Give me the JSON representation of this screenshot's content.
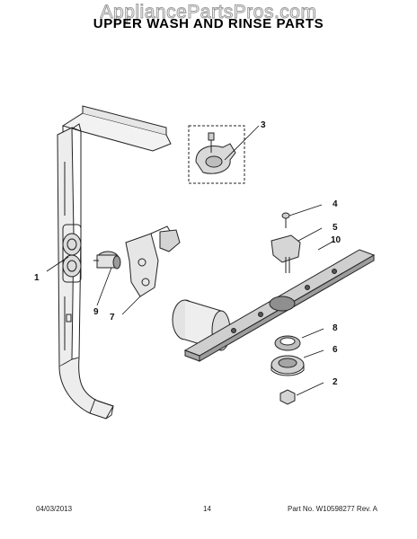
{
  "watermark": "AppliancePartsPros.com",
  "title": "UPPER WASH AND RINSE PARTS",
  "callouts": [
    "1",
    "2",
    "3",
    "4",
    "5",
    "6",
    "7",
    "8",
    "9",
    "10"
  ],
  "footer": {
    "date": "04/03/2013",
    "page": "14",
    "part_number": "Part No. W10598277  Rev. A"
  }
}
